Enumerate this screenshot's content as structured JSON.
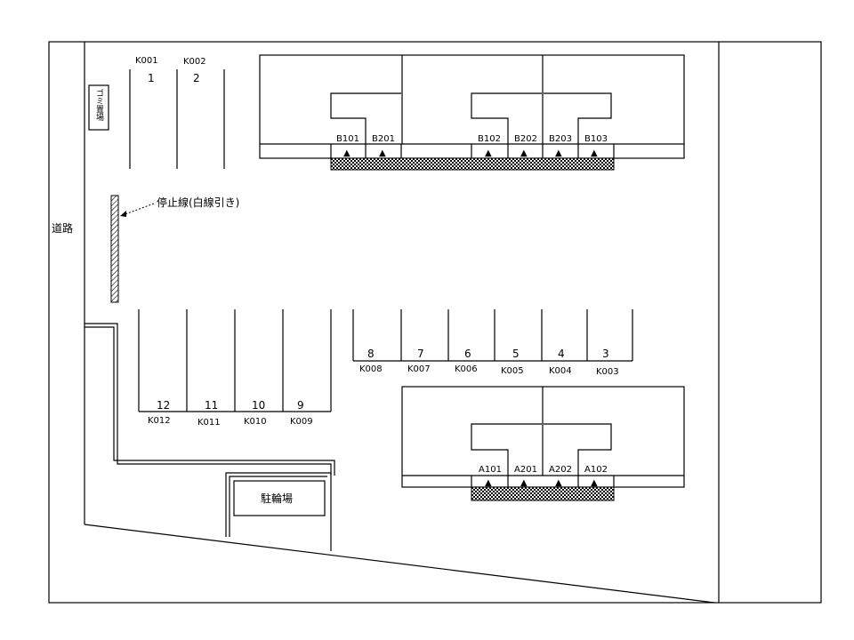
{
  "road": {
    "label": "道路"
  },
  "garbage": {
    "label": "ゴミ置場"
  },
  "stop_line": {
    "label": "停止線(白線引き)"
  },
  "bicycle": {
    "label": "駐輪場"
  },
  "parking_top": [
    {
      "code": "K001",
      "number": "1"
    },
    {
      "code": "K002",
      "number": "2"
    }
  ],
  "parking_mid_right": [
    {
      "code": "K008",
      "number": "8"
    },
    {
      "code": "K007",
      "number": "7"
    },
    {
      "code": "K006",
      "number": "6"
    },
    {
      "code": "K005",
      "number": "5"
    },
    {
      "code": "K004",
      "number": "4"
    },
    {
      "code": "K003",
      "number": "3"
    }
  ],
  "parking_mid_left": [
    {
      "code": "K012",
      "number": "12"
    },
    {
      "code": "K011",
      "number": "11"
    },
    {
      "code": "K010",
      "number": "10"
    },
    {
      "code": "K009",
      "number": "9"
    }
  ],
  "building_b_units": [
    "B101",
    "B201",
    "B102",
    "B202",
    "B203",
    "B103"
  ],
  "building_a_units": [
    "A101",
    "A201",
    "A202",
    "A102"
  ],
  "entrance_marker": "▲"
}
